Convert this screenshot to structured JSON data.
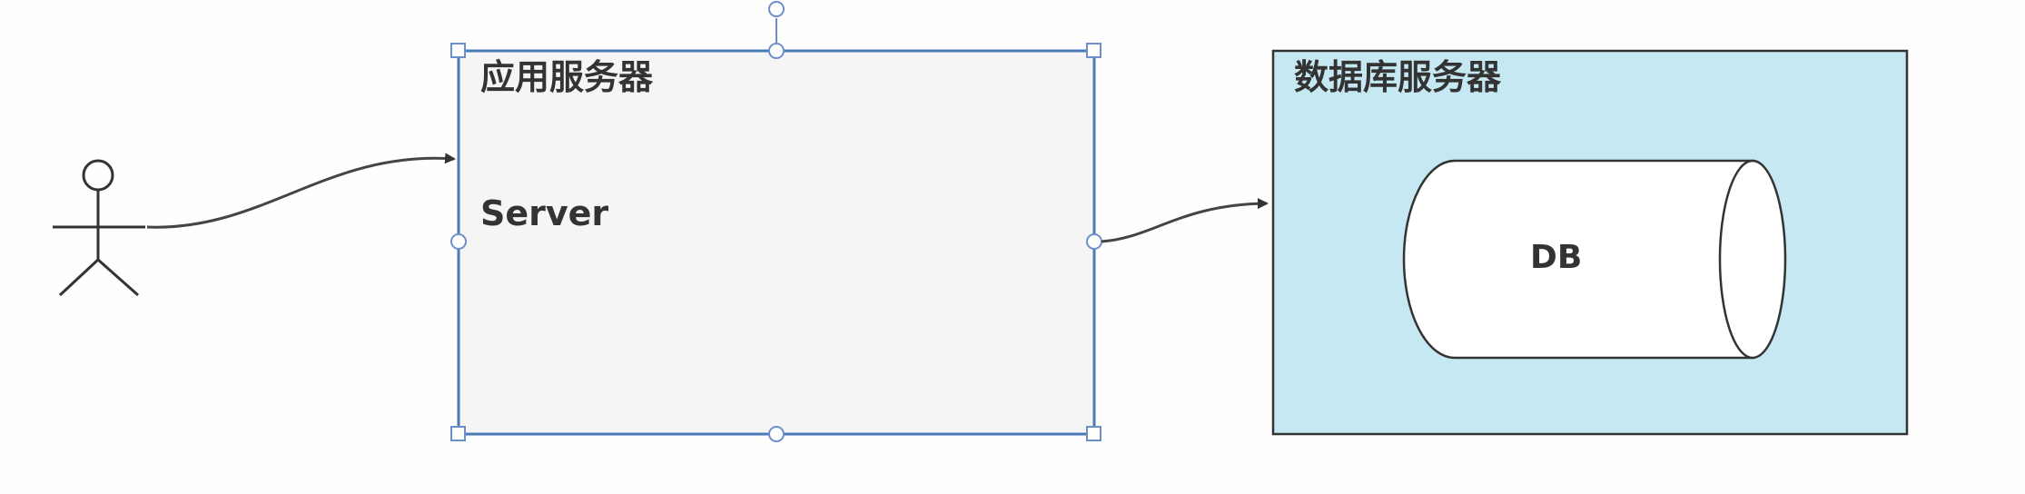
{
  "diagram": {
    "app_server": {
      "title": "应用服务器",
      "body_label": "Server",
      "fill": "#f5f5f5",
      "selection_color": "#4a7ab8"
    },
    "db_server": {
      "title": "数据库服务器",
      "fill": "#c5e8f2",
      "db": {
        "label": "DB"
      }
    },
    "actor": {
      "icon": "stick-figure-actor"
    },
    "colors": {
      "stroke": "#333333",
      "connector": "#444444",
      "handle": "#6b8fc9"
    }
  }
}
